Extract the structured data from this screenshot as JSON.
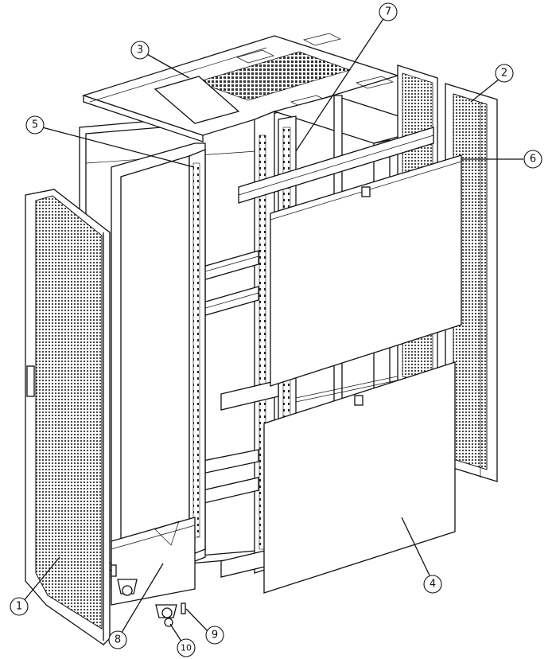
{
  "diagram": {
    "callouts": [
      {
        "id": "1",
        "label": "1"
      },
      {
        "id": "2",
        "label": "2"
      },
      {
        "id": "3",
        "label": "3"
      },
      {
        "id": "4",
        "label": "4"
      },
      {
        "id": "5",
        "label": "5"
      },
      {
        "id": "6",
        "label": "6"
      },
      {
        "id": "7",
        "label": "7"
      },
      {
        "id": "8",
        "label": "8"
      },
      {
        "id": "9",
        "label": "9"
      },
      {
        "id": "10",
        "label": "10"
      }
    ]
  },
  "colors": {
    "line": "#111111",
    "mesh": "#444444",
    "background": "#ffffff"
  }
}
